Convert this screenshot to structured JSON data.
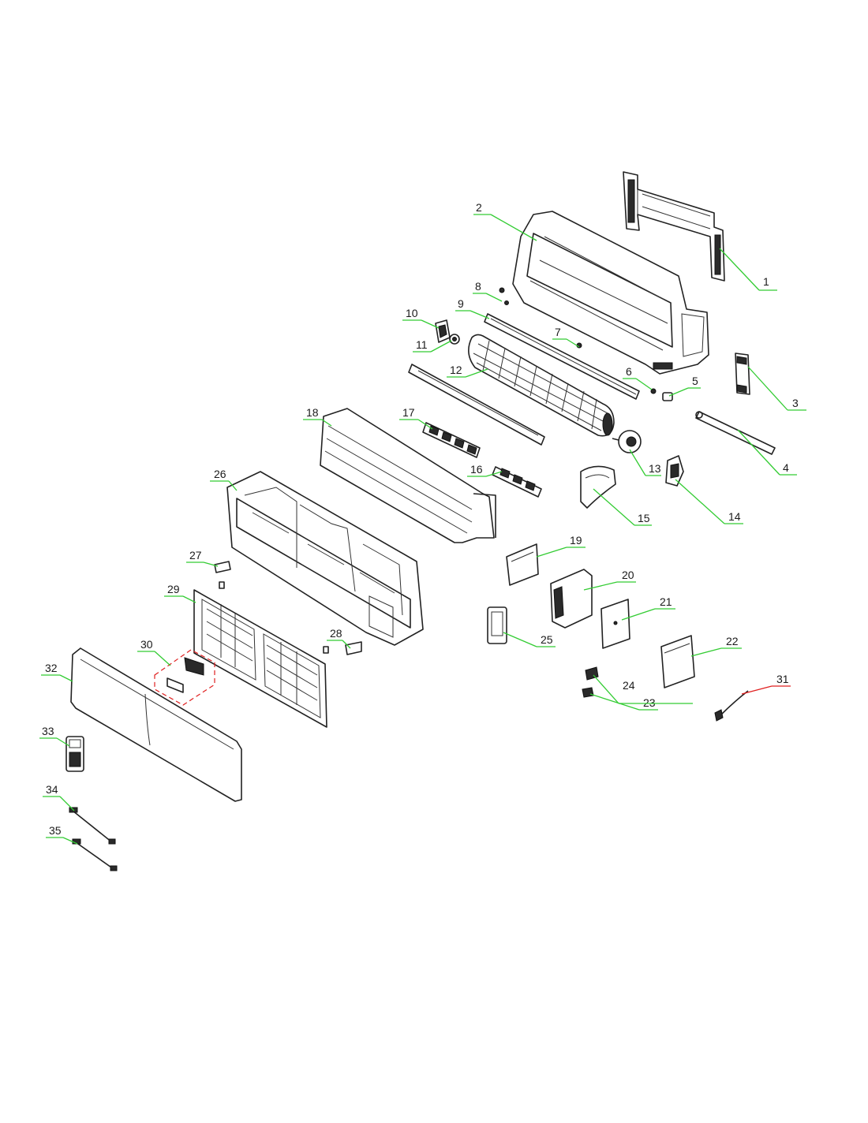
{
  "leader_color": "#33cc33",
  "highlight_color": "#e02020",
  "callouts": [
    {
      "id": "1",
      "label": "1",
      "highlight": false
    },
    {
      "id": "2",
      "label": "2",
      "highlight": false
    },
    {
      "id": "3",
      "label": "3",
      "highlight": false
    },
    {
      "id": "4",
      "label": "4",
      "highlight": false
    },
    {
      "id": "5",
      "label": "5",
      "highlight": false
    },
    {
      "id": "6",
      "label": "6",
      "highlight": false
    },
    {
      "id": "7",
      "label": "7",
      "highlight": false
    },
    {
      "id": "8",
      "label": "8",
      "highlight": false
    },
    {
      "id": "9",
      "label": "9",
      "highlight": false
    },
    {
      "id": "10",
      "label": "10",
      "highlight": false
    },
    {
      "id": "11",
      "label": "11",
      "highlight": false
    },
    {
      "id": "12",
      "label": "12",
      "highlight": false
    },
    {
      "id": "13",
      "label": "13",
      "highlight": false
    },
    {
      "id": "14",
      "label": "14",
      "highlight": false
    },
    {
      "id": "15",
      "label": "15",
      "highlight": false
    },
    {
      "id": "16",
      "label": "16",
      "highlight": false
    },
    {
      "id": "17",
      "label": "17",
      "highlight": false
    },
    {
      "id": "18",
      "label": "18",
      "highlight": false
    },
    {
      "id": "19",
      "label": "19",
      "highlight": false
    },
    {
      "id": "20",
      "label": "20",
      "highlight": false
    },
    {
      "id": "21",
      "label": "21",
      "highlight": false
    },
    {
      "id": "22",
      "label": "22",
      "highlight": false
    },
    {
      "id": "23",
      "label": "23",
      "highlight": false
    },
    {
      "id": "24",
      "label": "24",
      "highlight": false
    },
    {
      "id": "25",
      "label": "25",
      "highlight": false
    },
    {
      "id": "26",
      "label": "26",
      "highlight": false
    },
    {
      "id": "27",
      "label": "27",
      "highlight": false
    },
    {
      "id": "28",
      "label": "28",
      "highlight": false
    },
    {
      "id": "29",
      "label": "29",
      "highlight": false
    },
    {
      "id": "30",
      "label": "30",
      "highlight": false
    },
    {
      "id": "31",
      "label": "31",
      "highlight": true
    },
    {
      "id": "32",
      "label": "32",
      "highlight": false
    },
    {
      "id": "33",
      "label": "33",
      "highlight": false
    },
    {
      "id": "34",
      "label": "34",
      "highlight": false
    },
    {
      "id": "35",
      "label": "35",
      "highlight": false
    }
  ]
}
